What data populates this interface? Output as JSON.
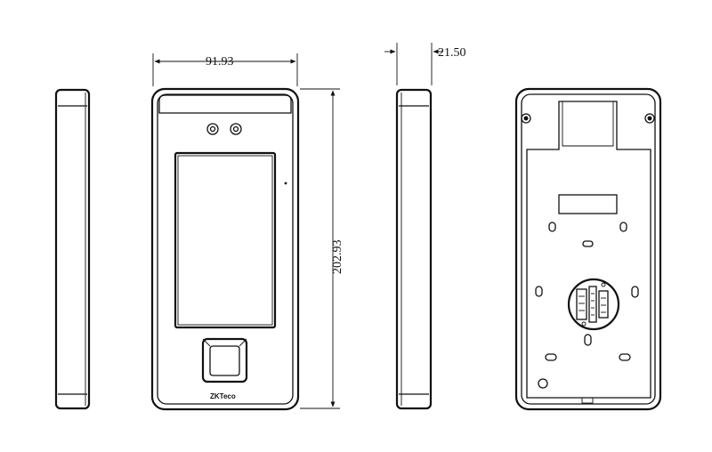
{
  "dimensions": {
    "width": "91.93",
    "height": "202.93",
    "depth": "21.50"
  },
  "front_view": {
    "brand_logo": "ZKTeco"
  },
  "colors": {
    "line": "#111111",
    "background": "#ffffff"
  }
}
